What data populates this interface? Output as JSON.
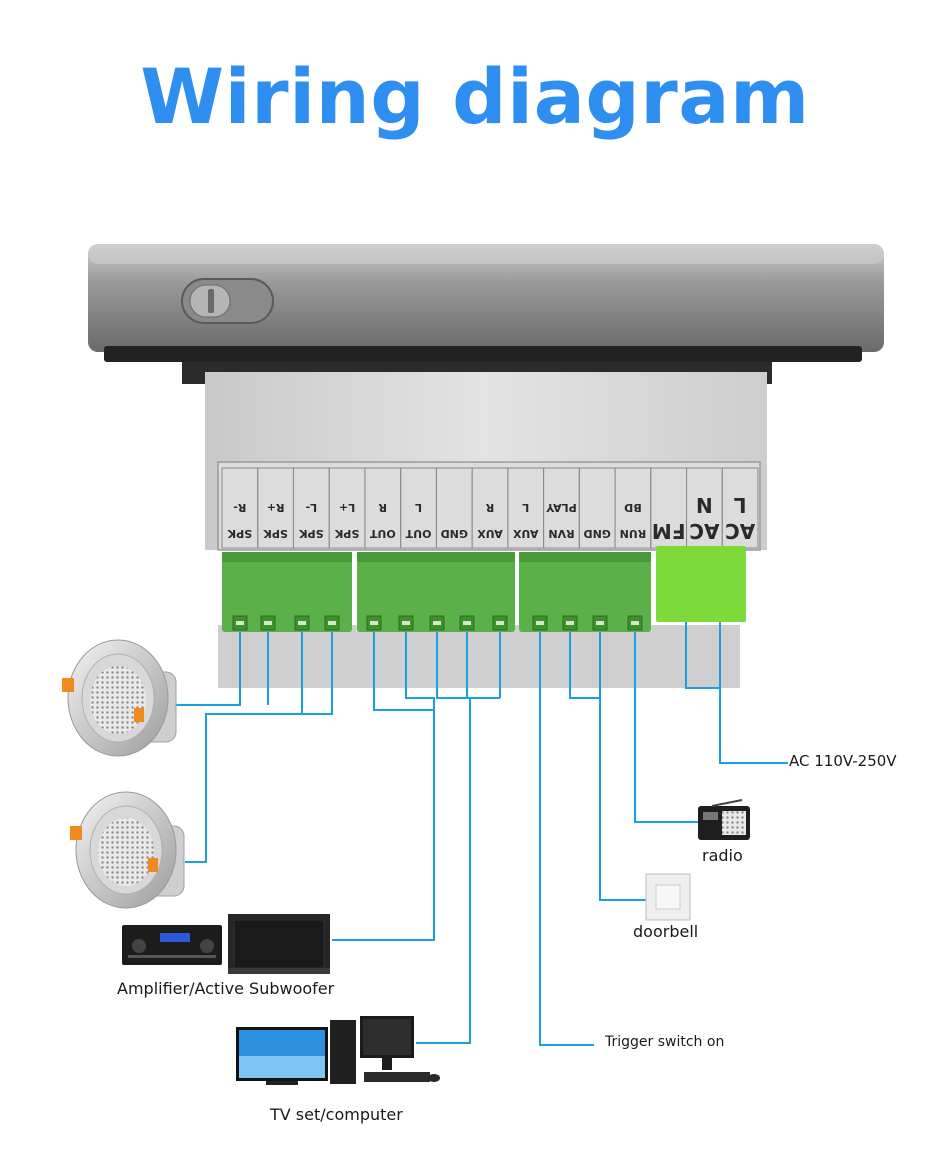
{
  "title": "Wiring diagram",
  "colors": {
    "title": "#2f8ff0",
    "wire": "#1aa0e0",
    "terminal_green": "#5cb04a",
    "ac_block": "#7ed93a",
    "housing": "#8e8e8e",
    "body": "#d7d7d7"
  },
  "terminal_labels": [
    [
      "SPK",
      "R-"
    ],
    [
      "SPK",
      "R+"
    ],
    [
      "SPK",
      "L-"
    ],
    [
      "SPK",
      "L+"
    ],
    [
      "OUT",
      "R"
    ],
    [
      "OUT",
      "L"
    ],
    [
      "GND",
      ""
    ],
    [
      "AUX",
      "R"
    ],
    [
      "AUX",
      "L"
    ],
    [
      "RVN",
      "PLAY"
    ],
    [
      "GND",
      ""
    ],
    [
      "RUN",
      "BD"
    ],
    [
      "FM",
      ""
    ],
    [
      "AC",
      "N"
    ],
    [
      "AC",
      "L"
    ]
  ],
  "labels": {
    "ac": "AC 110V-250V",
    "radio": "radio",
    "doorbell": "doorbell",
    "amplifier": "Amplifier/Active Subwoofer",
    "trigger": "Trigger switch on",
    "tv": "TV set/computer"
  }
}
